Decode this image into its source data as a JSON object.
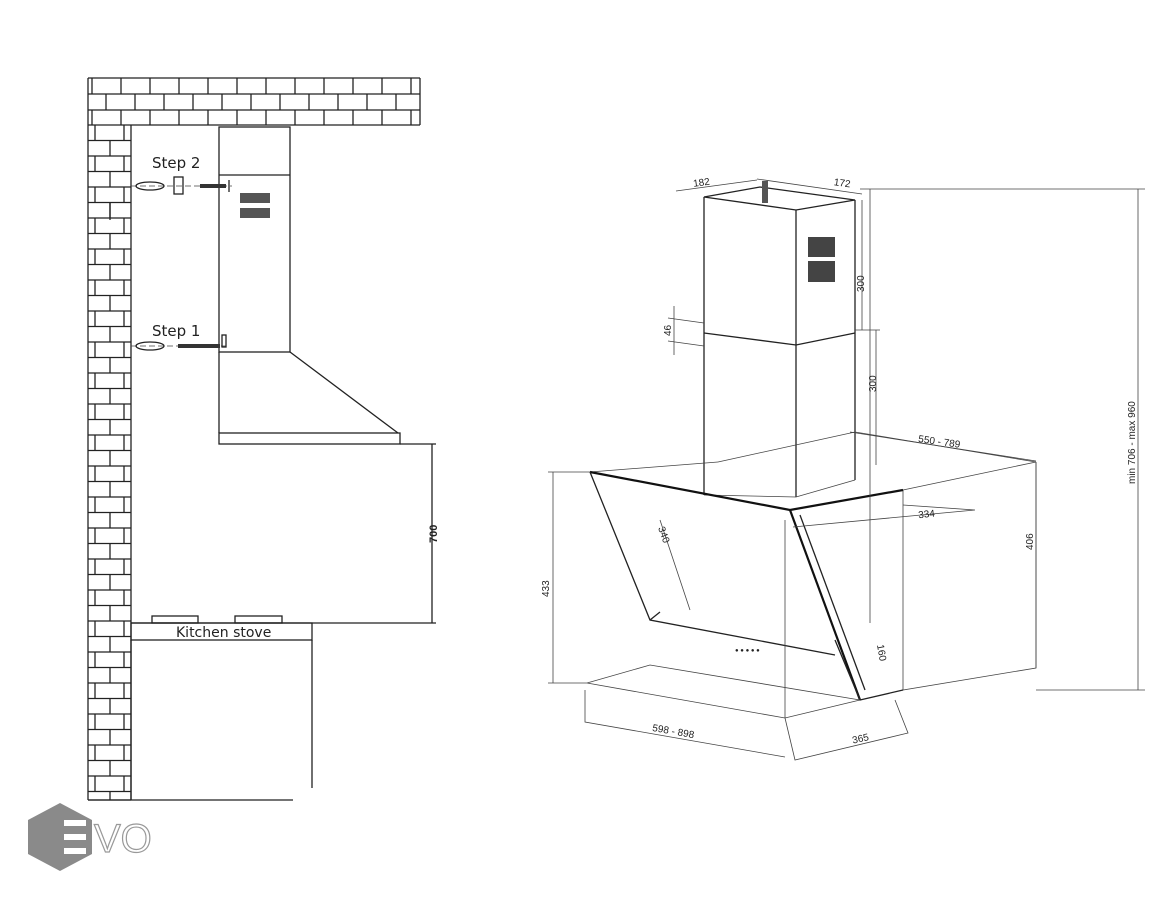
{
  "left_diagram": {
    "step2_label": "Step 2",
    "step1_label": "Step 1",
    "height_dim": "700",
    "stove_label": "Kitchen stove"
  },
  "right_diagram": {
    "dims": {
      "depth_top_left": "182",
      "depth_top_right": "172",
      "chimney_upper": "300",
      "chimney_lower": "300",
      "overlap": "46",
      "width_top": "550 - 789",
      "depth_canopy": "334",
      "canopy_height": "406",
      "total_height": "min 706 - max 960",
      "front_height": "433",
      "glass_panel": "340",
      "control_strip": "160",
      "width_bottom": "598 - 898",
      "depth_bottom": "365"
    }
  },
  "logo": {
    "text": "EVO",
    "color": "#8a8a8a"
  }
}
